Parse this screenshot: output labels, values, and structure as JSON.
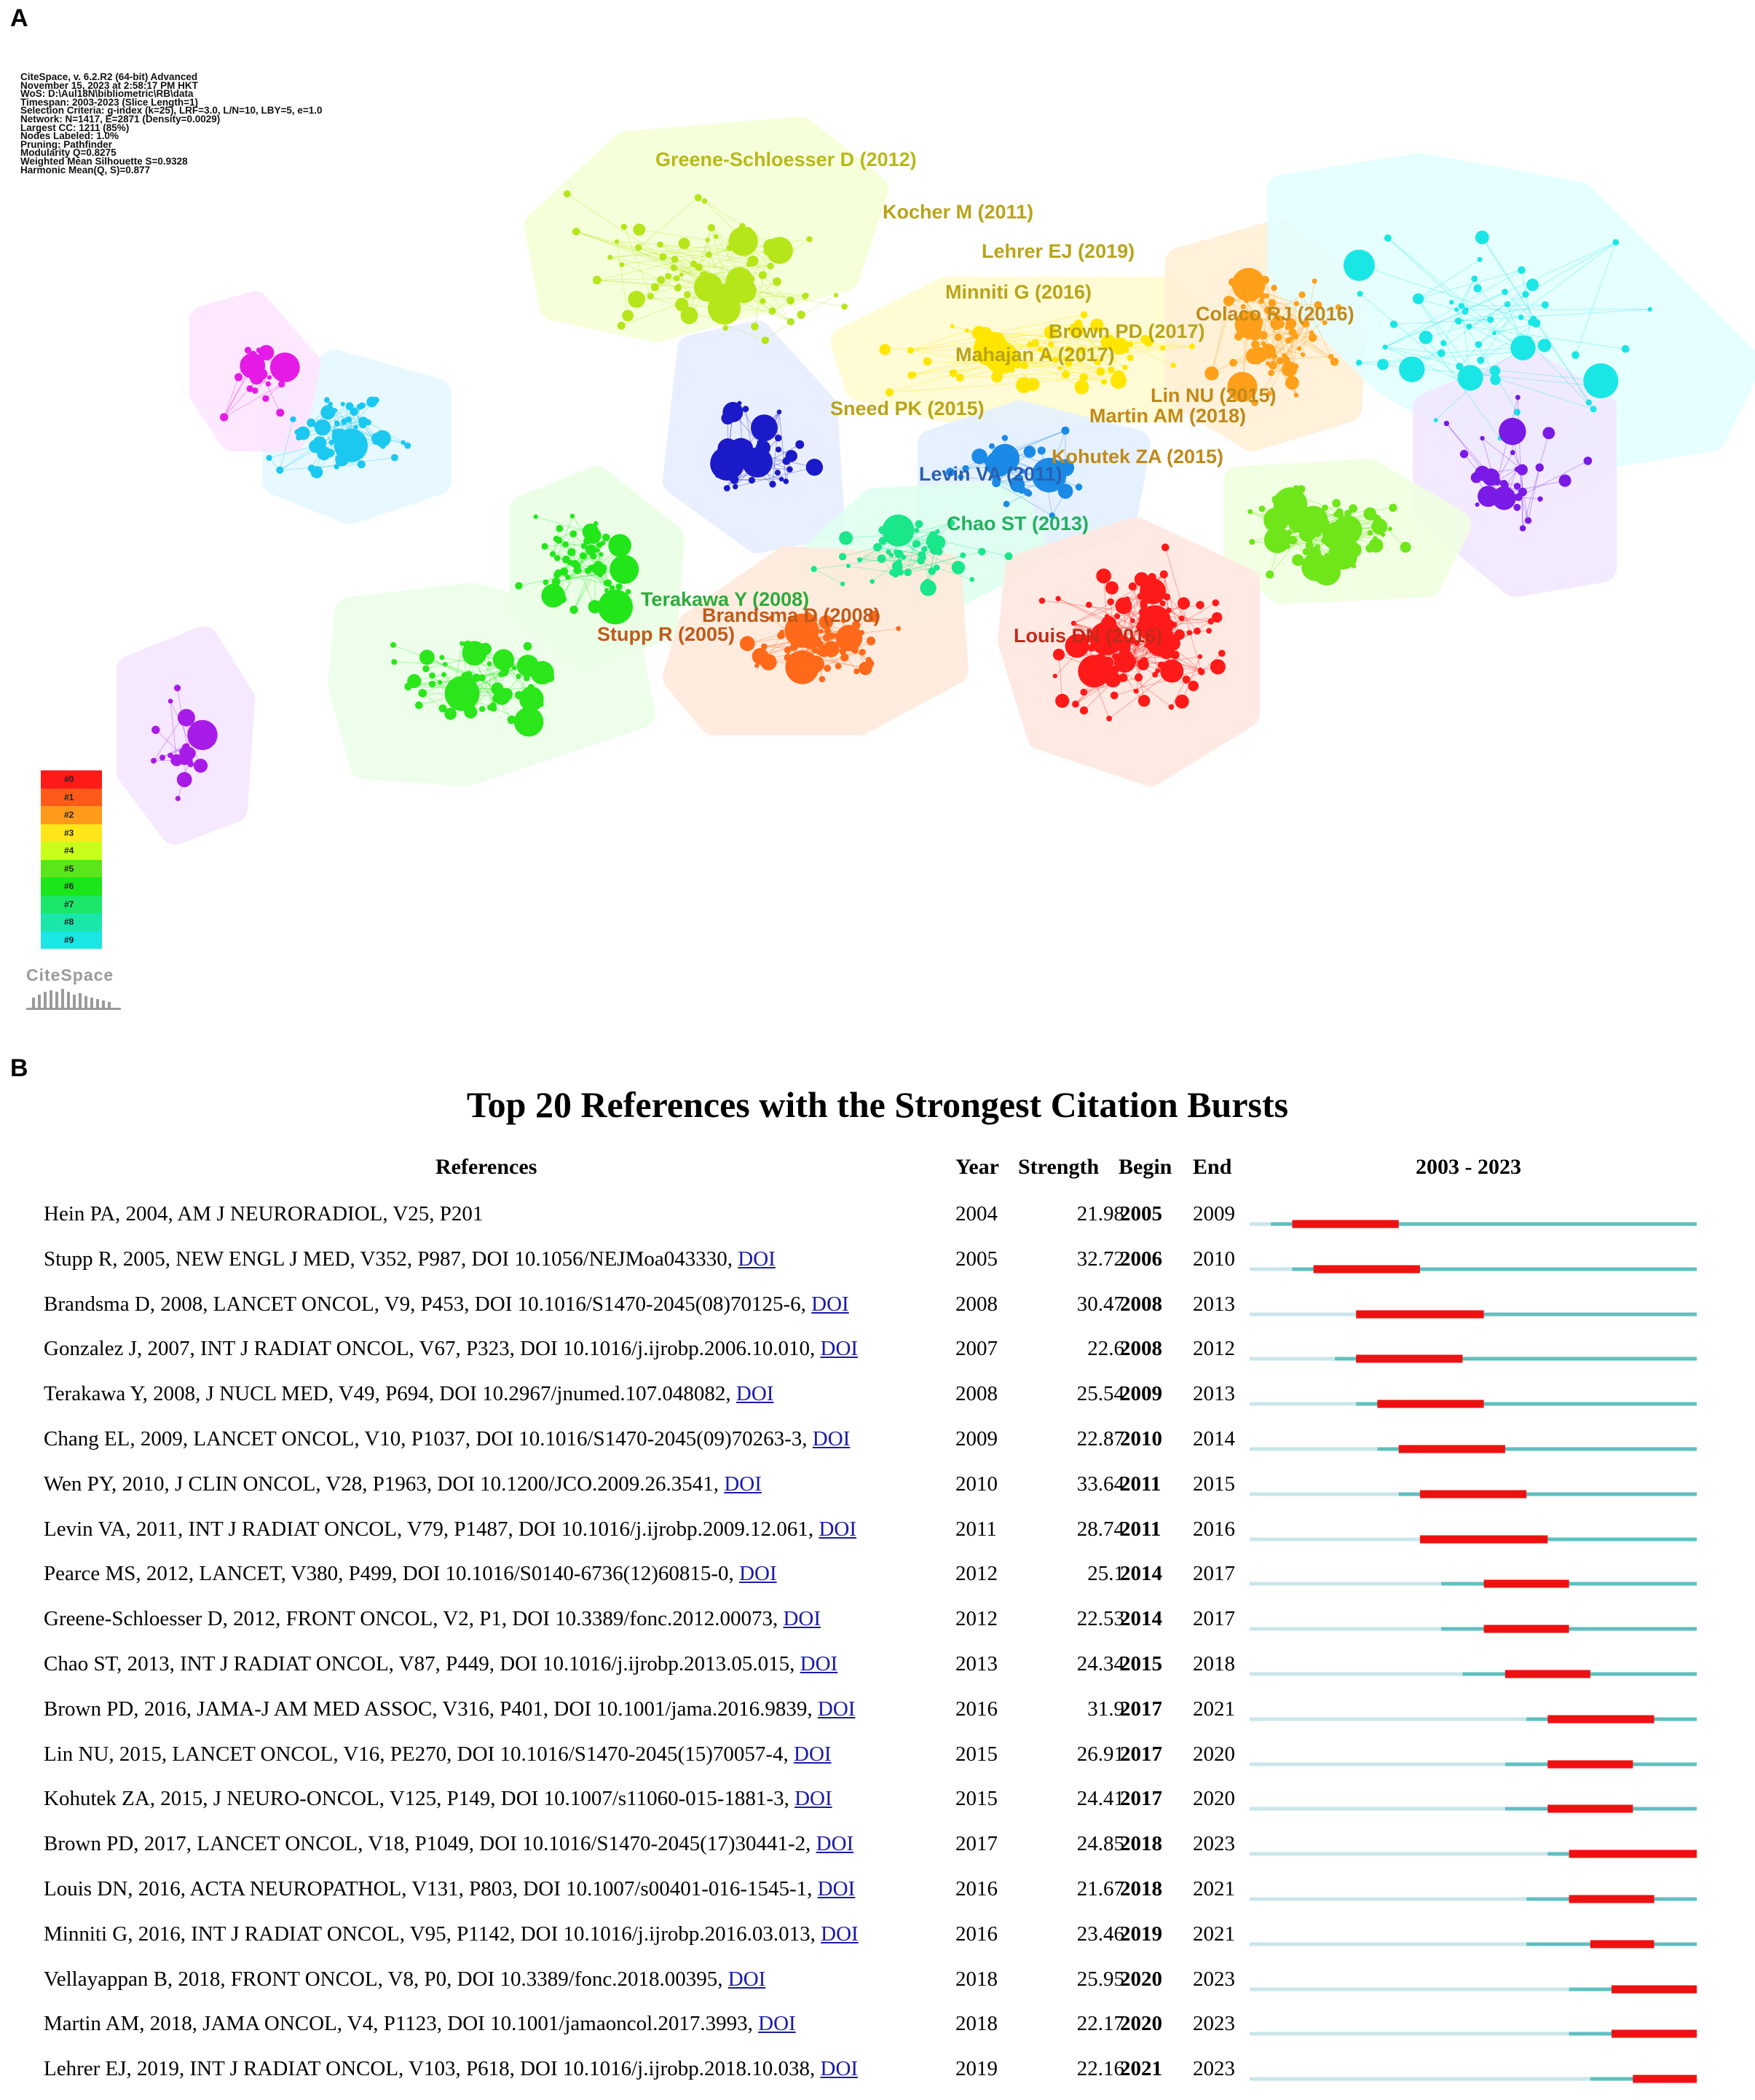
{
  "panels": {
    "a": "A",
    "b": "B"
  },
  "citespace_meta": [
    "CiteSpace, v. 6.2.R2 (64-bit) Advanced",
    "November 15, 2023 at 2:58:17 PM HKT",
    "WoS: D:\\Aul18N\\bibliometric\\RB\\data",
    "Timespan: 2003-2023 (Slice Length=1)",
    "Selection Criteria: g-index (k=25), LRF=3.0, L/N=10, LBY=5, e=1.0",
    "Network: N=1417, E=2871 (Density=0.0029)",
    "Largest CC: 1211 (85%)",
    "Nodes Labeled: 1.0%",
    "Pruning: Pathfinder",
    "Modularity Q=0.8275",
    "Weighted Mean Silhouette S=0.9328",
    "Harmonic Mean(Q, S)=0.877"
  ],
  "network_labels": [
    {
      "text": "Greene-Schloesser D (2012)",
      "color": "#b8b81a"
    },
    {
      "text": "Kocher M (2011)",
      "color": "#b8a41a"
    },
    {
      "text": "Lehrer EJ (2019)",
      "color": "#b8a41a"
    },
    {
      "text": "Minniti G (2016)",
      "color": "#b8a41a"
    },
    {
      "text": "Colaco RJ (2016)",
      "color": "#c08a1a"
    },
    {
      "text": "Brown PD (2017)",
      "color": "#b8a41a"
    },
    {
      "text": "Mahajan A (2017)",
      "color": "#b8a41a"
    },
    {
      "text": "Sneed PK (2015)",
      "color": "#b8a41a"
    },
    {
      "text": "Lin NU (2015)",
      "color": "#c08a1a"
    },
    {
      "text": "Martin AM (2018)",
      "color": "#c08a1a"
    },
    {
      "text": "Kohutek ZA (2015)",
      "color": "#c08a1a"
    },
    {
      "text": "Levin VA (2011)",
      "color": "#2a5fb0"
    },
    {
      "text": "Chao ST (2013)",
      "color": "#22b060"
    },
    {
      "text": "Terakawa Y (2008)",
      "color": "#2cab3a"
    },
    {
      "text": "Brandsma D (2008)",
      "color": "#c05a1a"
    },
    {
      "text": "Stupp R (2005)",
      "color": "#c05a1a"
    },
    {
      "text": "Louis DN (2016)",
      "color": "#c02a1a"
    }
  ],
  "legend": {
    "clusters": [
      "#0",
      "#1",
      "#2",
      "#3",
      "#4",
      "#5",
      "#6",
      "#7",
      "#8",
      "#9"
    ],
    "colors": [
      "#ff1a1a",
      "#ff5a1a",
      "#ff9a1a",
      "#ffe61a",
      "#c8ff1a",
      "#5ae61a",
      "#1ae61a",
      "#1ae66a",
      "#1ae6aa",
      "#1ae6e6"
    ]
  },
  "logo_text": "CiteSpace",
  "burst_table": {
    "title": "Top 20 References with the Strongest Citation Bursts",
    "headers": {
      "references": "References",
      "year": "Year",
      "strength": "Strength",
      "begin": "Begin",
      "end": "End",
      "range": "2003 - 2023"
    },
    "doi_text": "DOI",
    "range_start": 2003,
    "range_end": 2023,
    "colors": {
      "burst": "#ee1111",
      "active": "#5fbfbf",
      "inactive": "#c9e6ea"
    }
  },
  "chart_data": {
    "type": "table",
    "title": "Top 20 References with the Strongest Citation Bursts",
    "timespan": [
      2003,
      2023
    ],
    "rows": [
      {
        "ref": "Hein PA, 2004, AM J NEURORADIOL, V25, P201",
        "doi": false,
        "year": 2004,
        "strength": "21.98",
        "begin": 2005,
        "end": 2009
      },
      {
        "ref": "Stupp R, 2005, NEW ENGL J MED, V352, P987, DOI 10.1056/NEJMoa043330,",
        "doi": true,
        "year": 2005,
        "strength": "32.72",
        "begin": 2006,
        "end": 2010
      },
      {
        "ref": "Brandsma D, 2008, LANCET ONCOL, V9, P453, DOI 10.1016/S1470-2045(08)70125-6,",
        "doi": true,
        "year": 2008,
        "strength": "30.47",
        "begin": 2008,
        "end": 2013
      },
      {
        "ref": "Gonzalez J, 2007, INT J RADIAT ONCOL, V67, P323, DOI 10.1016/j.ijrobp.2006.10.010,",
        "doi": true,
        "year": 2007,
        "strength": "22.6",
        "begin": 2008,
        "end": 2012
      },
      {
        "ref": "Terakawa Y, 2008, J NUCL MED, V49, P694, DOI 10.2967/jnumed.107.048082,",
        "doi": true,
        "year": 2008,
        "strength": "25.54",
        "begin": 2009,
        "end": 2013
      },
      {
        "ref": "Chang EL, 2009, LANCET ONCOL, V10, P1037, DOI 10.1016/S1470-2045(09)70263-3,",
        "doi": true,
        "year": 2009,
        "strength": "22.87",
        "begin": 2010,
        "end": 2014
      },
      {
        "ref": "Wen PY, 2010, J CLIN ONCOL, V28, P1963, DOI 10.1200/JCO.2009.26.3541,",
        "doi": true,
        "year": 2010,
        "strength": "33.64",
        "begin": 2011,
        "end": 2015
      },
      {
        "ref": "Levin VA, 2011, INT J RADIAT ONCOL, V79, P1487, DOI 10.1016/j.ijrobp.2009.12.061,",
        "doi": true,
        "year": 2011,
        "strength": "28.74",
        "begin": 2011,
        "end": 2016
      },
      {
        "ref": "Pearce MS, 2012, LANCET, V380, P499, DOI 10.1016/S0140-6736(12)60815-0,",
        "doi": true,
        "year": 2012,
        "strength": "25.1",
        "begin": 2014,
        "end": 2017
      },
      {
        "ref": "Greene-Schloesser D, 2012, FRONT ONCOL, V2, P1, DOI 10.3389/fonc.2012.00073,",
        "doi": true,
        "year": 2012,
        "strength": "22.53",
        "begin": 2014,
        "end": 2017
      },
      {
        "ref": "Chao ST, 2013, INT J RADIAT ONCOL, V87, P449, DOI 10.1016/j.ijrobp.2013.05.015,",
        "doi": true,
        "year": 2013,
        "strength": "24.34",
        "begin": 2015,
        "end": 2018
      },
      {
        "ref": "Brown PD, 2016, JAMA-J AM MED ASSOC, V316, P401, DOI 10.1001/jama.2016.9839,",
        "doi": true,
        "year": 2016,
        "strength": "31.9",
        "begin": 2017,
        "end": 2021
      },
      {
        "ref": "Lin NU, 2015, LANCET ONCOL, V16, PE270, DOI 10.1016/S1470-2045(15)70057-4,",
        "doi": true,
        "year": 2015,
        "strength": "26.91",
        "begin": 2017,
        "end": 2020
      },
      {
        "ref": "Kohutek ZA, 2015, J NEURO-ONCOL, V125, P149, DOI 10.1007/s11060-015-1881-3,",
        "doi": true,
        "year": 2015,
        "strength": "24.41",
        "begin": 2017,
        "end": 2020
      },
      {
        "ref": "Brown PD, 2017, LANCET ONCOL, V18, P1049, DOI 10.1016/S1470-2045(17)30441-2,",
        "doi": true,
        "year": 2017,
        "strength": "24.85",
        "begin": 2018,
        "end": 2023
      },
      {
        "ref": "Louis DN, 2016, ACTA NEUROPATHOL, V131, P803, DOI 10.1007/s00401-016-1545-1,",
        "doi": true,
        "year": 2016,
        "strength": "21.67",
        "begin": 2018,
        "end": 2021
      },
      {
        "ref": "Minniti G, 2016, INT J RADIAT ONCOL, V95, P1142, DOI 10.1016/j.ijrobp.2016.03.013,",
        "doi": true,
        "year": 2016,
        "strength": "23.46",
        "begin": 2019,
        "end": 2021
      },
      {
        "ref": "Vellayappan B, 2018, FRONT ONCOL, V8, P0, DOI 10.3389/fonc.2018.00395,",
        "doi": true,
        "year": 2018,
        "strength": "25.95",
        "begin": 2020,
        "end": 2023
      },
      {
        "ref": "Martin AM, 2018, JAMA ONCOL, V4, P1123, DOI 10.1001/jamaoncol.2017.3993,",
        "doi": true,
        "year": 2018,
        "strength": "22.17",
        "begin": 2020,
        "end": 2023
      },
      {
        "ref": "Lehrer EJ, 2019, INT J RADIAT ONCOL, V103, P618, DOI 10.1016/j.ijrobp.2018.10.038,",
        "doi": true,
        "year": 2019,
        "strength": "22.16",
        "begin": 2021,
        "end": 2023
      }
    ]
  }
}
